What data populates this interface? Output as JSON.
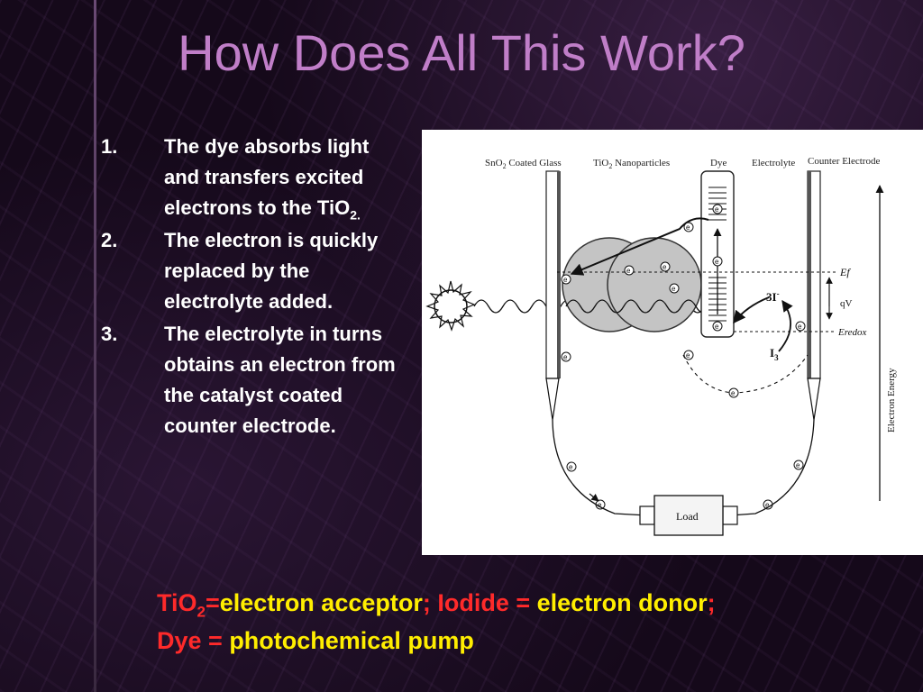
{
  "slide": {
    "title": "How Does All This Work?"
  },
  "steps": [
    {
      "num": "1.",
      "text": "The dye absorbs light and transfers excited electrons to the TiO",
      "sub": "2."
    },
    {
      "num": "2.",
      "text": "The electron is quickly replaced by the electrolyte added."
    },
    {
      "num": "3.",
      "text": "The electrolyte in turns obtains an electron from the catalyst coated counter electrode."
    }
  ],
  "diagram": {
    "label_sno2": "SnO",
    "label_sno2_sub": "2",
    "label_sno2_rest": " Coated Glass",
    "label_tio2": "TiO",
    "label_tio2_sub": "2",
    "label_tio2_rest": " Nanoparticles",
    "label_dye": "Dye",
    "label_electrolyte": "Electrolyte",
    "label_counter": "Counter Electrode",
    "label_ef": "Ef",
    "label_qv": "qV",
    "label_eredox": "Eredox",
    "label_3i": "3I",
    "label_3i_sup": "-",
    "label_i3": "I",
    "label_i3_sub": "3",
    "label_i3_sup": "-",
    "label_energy": "Electron Energy",
    "label_load": "Load",
    "electron_symbol": "e"
  },
  "summary": {
    "line1_a": "TiO",
    "line1_a_sub": "2",
    "line1_b": "=",
    "line1_c": "electron acceptor",
    "line1_d": "; Iodide = ",
    "line1_e": "electron donor",
    "line1_f": ";",
    "line2_a": "Dye = ",
    "line2_b": "photochemical pump"
  },
  "colors": {
    "title": "#c07ec8",
    "accent_red": "#ff2a2a",
    "accent_yellow": "#ffee00",
    "background": "#15091a"
  }
}
